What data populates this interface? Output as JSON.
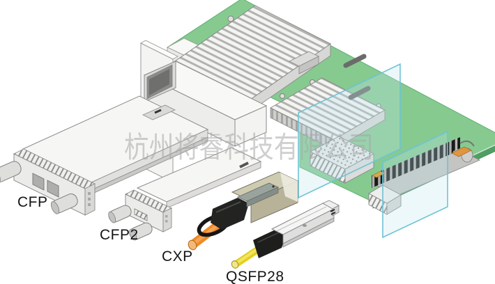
{
  "illustration": {
    "type": "technical-line-art",
    "subject": "Pluggable optical transceiver form factors beside a line-card PCB with heatsinks and cages",
    "labels": {
      "cfp": "CFP",
      "cfp2": "CFP2",
      "cxp": "CXP",
      "qsfp28": "QSFP28"
    },
    "watermark": "杭州将睿科技有限公司",
    "colors": {
      "pcb_green": "#86ca90",
      "pcb_edge_green": "#4f9e63",
      "cxp_cable_orange": "#ee8b25",
      "qsfp_cable_yellow": "#e5cf1e",
      "glass_cyan": "#6ec3d4",
      "heatsink_gray": "#ececea",
      "label_text": "#141414",
      "watermark_gray": "#a8a8a8"
    }
  }
}
